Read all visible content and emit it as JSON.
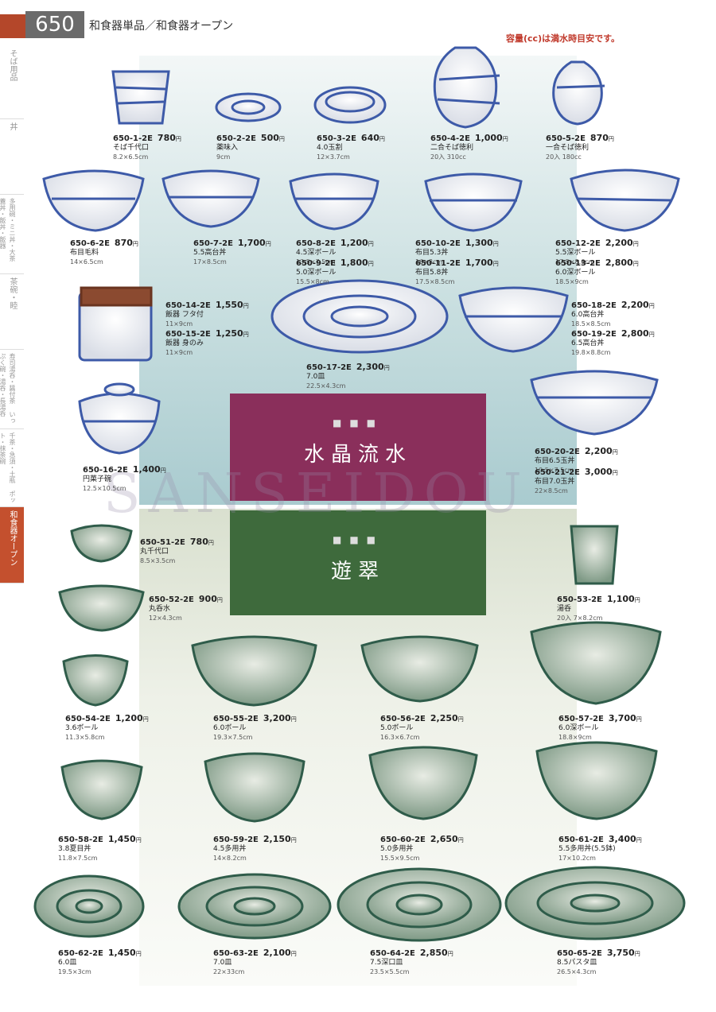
{
  "header": {
    "page_number": "650",
    "title": "和食器単品／和食器オープン",
    "capacity_note": "容量(cc)は満水時目安です。"
  },
  "sidebar": [
    {
      "label": "そば用品"
    },
    {
      "label": "丼"
    },
    {
      "label": "多用碗・ミニ丼・大茶 蓋丼・飯丼・飯器"
    },
    {
      "label": "茶碗・睦"
    },
    {
      "label": "寿司湯呑・醤付茶 いっぷく碗・湯呑・長湯呑"
    },
    {
      "label": "千茶・急須・土瓶 ポット・抹茶碗"
    },
    {
      "label": "和食器オープン"
    }
  ],
  "sections": [
    {
      "title": "水晶流水",
      "dots": "■■■"
    },
    {
      "title": "遊翠",
      "dots": "■■■"
    }
  ],
  "watermark": "SANSEIDOU",
  "yen": "円",
  "products": [
    {
      "code": "650-1-2E",
      "price": "780",
      "name": "そば千代口",
      "dim": "8.2×6.5cm"
    },
    {
      "code": "650-2-2E",
      "price": "500",
      "name": "薬味入",
      "dim": "9cm"
    },
    {
      "code": "650-3-2E",
      "price": "640",
      "name": "4.0玉割",
      "dim": "12×3.7cm"
    },
    {
      "code": "650-4-2E",
      "price": "1,000",
      "name": "二合そば徳利",
      "dim": "20入 310cc"
    },
    {
      "code": "650-5-2E",
      "price": "870",
      "name": "一合そば徳利",
      "dim": "20入 180cc"
    },
    {
      "code": "650-6-2E",
      "price": "870",
      "name": "布目毛料",
      "dim": "14×6.5cm"
    },
    {
      "code": "650-7-2E",
      "price": "1,700",
      "name": "5.5高台丼",
      "dim": "17×8.5cm"
    },
    {
      "code": "650-8-2E",
      "price": "1,200",
      "name": "4.5深ボール",
      "dim": "13.5×7.5cm"
    },
    {
      "code": "650-9-2E",
      "price": "1,800",
      "name": "5.0深ボール",
      "dim": "15.5×8cm"
    },
    {
      "code": "650-10-2E",
      "price": "1,300",
      "name": "布目5.3丼",
      "dim": "16×8cm"
    },
    {
      "code": "650-11-2E",
      "price": "1,700",
      "name": "布目5.8丼",
      "dim": "17.5×8.5cm"
    },
    {
      "code": "650-12-2E",
      "price": "2,200",
      "name": "5.5深ボール",
      "dim": "17.5×8.6cm"
    },
    {
      "code": "650-13-2E",
      "price": "2,800",
      "name": "6.0深ボール",
      "dim": "18.5×9cm"
    },
    {
      "code": "650-14-2E",
      "price": "1,550",
      "name": "飯器 フタ付",
      "dim": "11×9cm"
    },
    {
      "code": "650-15-2E",
      "price": "1,250",
      "name": "飯器 身のみ",
      "dim": "11×9cm"
    },
    {
      "code": "650-17-2E",
      "price": "2,300",
      "name": "7.0皿",
      "dim": "22.5×4.3cm"
    },
    {
      "code": "650-18-2E",
      "price": "2,200",
      "name": "6.0高台丼",
      "dim": "18.5×8.5cm"
    },
    {
      "code": "650-19-2E",
      "price": "2,800",
      "name": "6.5高台丼",
      "dim": "19.8×8.8cm"
    },
    {
      "code": "650-16-2E",
      "price": "1,400",
      "name": "円菓子碗",
      "dim": "12.5×10.5cm"
    },
    {
      "code": "650-20-2E",
      "price": "2,200",
      "name": "布目6.5玉丼",
      "dim": "19.5×7.5cm"
    },
    {
      "code": "650-21-2E",
      "price": "3,000",
      "name": "布目7.0玉丼",
      "dim": "22×8.5cm"
    },
    {
      "code": "650-51-2E",
      "price": "780",
      "name": "丸千代口",
      "dim": "8.5×3.5cm"
    },
    {
      "code": "650-52-2E",
      "price": "900",
      "name": "丸呑水",
      "dim": "12×4.3cm"
    },
    {
      "code": "650-53-2E",
      "price": "1,100",
      "name": "湯呑",
      "dim": "20入 7×8.2cm"
    },
    {
      "code": "650-54-2E",
      "price": "1,200",
      "name": "3.6ボール",
      "dim": "11.3×5.8cm"
    },
    {
      "code": "650-55-2E",
      "price": "3,200",
      "name": "6.0ボール",
      "dim": "19.3×7.5cm"
    },
    {
      "code": "650-56-2E",
      "price": "2,250",
      "name": "5.0ボール",
      "dim": "16.3×6.7cm"
    },
    {
      "code": "650-57-2E",
      "price": "3,700",
      "name": "6.0深ボール",
      "dim": "18.8×9cm"
    },
    {
      "code": "650-58-2E",
      "price": "1,450",
      "name": "3.8夏目丼",
      "dim": "11.8×7.5cm"
    },
    {
      "code": "650-59-2E",
      "price": "2,150",
      "name": "4.5多用丼",
      "dim": "14×8.2cm"
    },
    {
      "code": "650-60-2E",
      "price": "2,650",
      "name": "5.0多用丼",
      "dim": "15.5×9.5cm"
    },
    {
      "code": "650-61-2E",
      "price": "3,400",
      "name": "5.5多用丼(5.5鉢)",
      "dim": "17×10.2cm"
    },
    {
      "code": "650-62-2E",
      "price": "1,450",
      "name": "6.0皿",
      "dim": "19.5×3cm"
    },
    {
      "code": "650-63-2E",
      "price": "2,100",
      "name": "7.0皿",
      "dim": "22×33cm"
    },
    {
      "code": "650-64-2E",
      "price": "2,850",
      "name": "7.5深口皿",
      "dim": "23.5×5.5cm"
    },
    {
      "code": "650-65-2E",
      "price": "3,750",
      "name": "8.5パスタ皿",
      "dim": "26.5×4.3cm"
    }
  ]
}
